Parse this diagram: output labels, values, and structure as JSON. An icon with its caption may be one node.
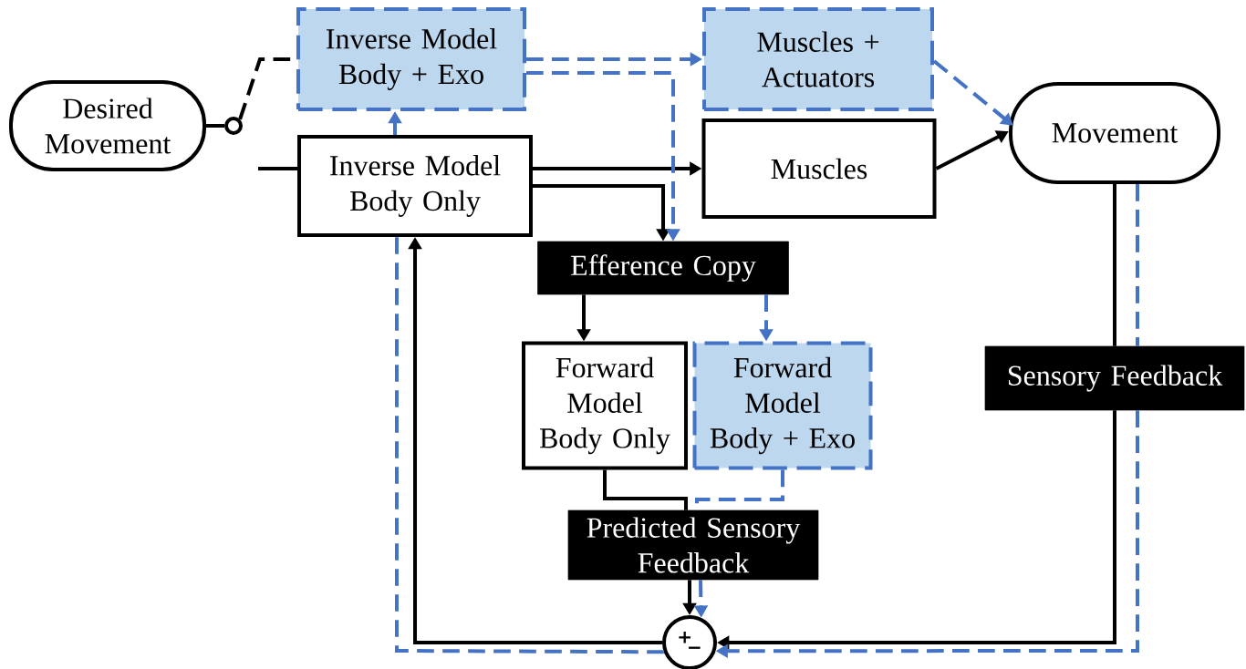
{
  "diagram": {
    "nodes": [
      {
        "text": [
          "Desired Movement"
        ]
      },
      {
        "text": [
          "Inverse Model Body + Exo"
        ]
      },
      {
        "text": [
          "Muscles + Actuators"
        ]
      },
      {
        "text": [
          "Movement"
        ]
      },
      {
        "text": [
          "Inverse Model Body Only"
        ]
      },
      {
        "text": [
          "Muscles"
        ]
      },
      {
        "text": [
          "Efference Copy"
        ]
      },
      {
        "text": [
          "Forward Model Body Only"
        ]
      },
      {
        "text": [
          "Forward Model Body + Exo"
        ]
      },
      {
        "text": [
          "Predicted Sensory Feedback"
        ]
      },
      {
        "text": [
          "Sensory Feedback"
        ]
      },
      {
        "text": [
          "+",
          "−"
        ]
      },
      {
        "text": [],
        "shape": "circle"
      }
    ],
    "edges": [
      {
        "from": 0,
        "to": 12,
        "arrow": "none"
      },
      {
        "from": 12,
        "to": 1,
        "arrow": "none",
        "style": "dashed"
      },
      {
        "from": null,
        "to": 4,
        "arrow": "none"
      },
      {
        "from": 4,
        "to": 1,
        "arrow": "to",
        "style": "dashed",
        "color": "#4472c4"
      },
      {
        "from": 4,
        "to": 5,
        "arrow": "to"
      },
      {
        "from": 4,
        "to": 6,
        "arrow": "to"
      },
      {
        "from": 1,
        "to": 2,
        "arrow": "to",
        "style": "dashed",
        "color": "#4472c4"
      },
      {
        "from": 1,
        "to": 6,
        "arrow": "to",
        "style": "dashed",
        "color": "#4472c4"
      },
      {
        "from": 5,
        "to": 3,
        "arrow": "to"
      },
      {
        "from": 2,
        "to": 3,
        "arrow": "to",
        "style": "dashed",
        "color": "#4472c4"
      },
      {
        "from": 3,
        "to": 10,
        "arrow": "none"
      },
      {
        "from": 10,
        "to": 11,
        "arrow": "to"
      },
      {
        "from": 3,
        "to": 10,
        "arrow": "none",
        "style": "dashed",
        "color": "#4472c4"
      },
      {
        "from": 10,
        "to": 11,
        "arrow": "to",
        "style": "dashed",
        "color": "#4472c4"
      },
      {
        "from": 11,
        "to": 4,
        "arrow": "to"
      },
      {
        "from": 11,
        "to": 4,
        "arrow": "none",
        "style": "dashed",
        "color": "#4472c4"
      },
      {
        "from": 6,
        "to": 7,
        "arrow": "to"
      },
      {
        "from": 6,
        "to": 8,
        "arrow": "to",
        "style": "dashed",
        "color": "#4472c4"
      },
      {
        "from": 7,
        "to": 9,
        "arrow": "none"
      },
      {
        "from": 8,
        "to": 9,
        "arrow": "none",
        "style": "dashed",
        "color": "#4472c4"
      },
      {
        "from": 9,
        "to": 11,
        "arrow": "to"
      },
      {
        "from": 9,
        "to": 11,
        "arrow": "to",
        "style": "dashed",
        "color": "#4472c4"
      }
    ]
  }
}
